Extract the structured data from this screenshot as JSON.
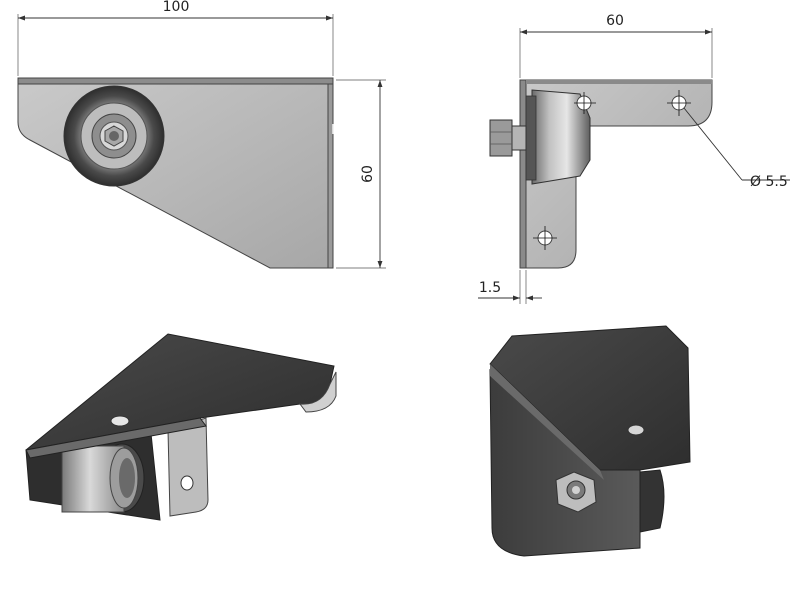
{
  "dimensions": {
    "front_width": "100",
    "front_height": "60",
    "side_width": "60",
    "thickness": "1.5",
    "hole_diameter": "Ø 5.5"
  },
  "colors": {
    "metal_light": "#b8b8b8",
    "metal_dark": "#3a3a3a",
    "outline": "#444444",
    "dimension": "#333333"
  }
}
